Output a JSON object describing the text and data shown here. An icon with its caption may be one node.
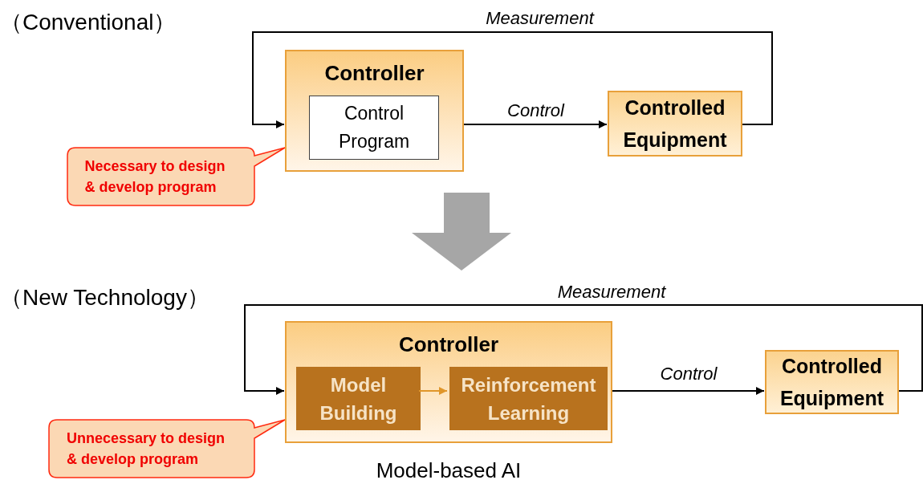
{
  "diagram": {
    "nodes": [
      {
        "text": [
          "Controller"
        ]
      },
      {
        "text": [
          "Control Program"
        ],
        "in": 0
      },
      {
        "text": [
          "Controlled Equipment"
        ]
      },
      {
        "text": [
          "Necessary to design & develop program"
        ]
      },
      {
        "text": [
          "Controller"
        ],
        "beside": [
          "Model-based AI"
        ]
      },
      {
        "text": [
          "Model Building"
        ],
        "in": 4
      },
      {
        "text": [
          "Reinforcement Learning"
        ],
        "in": 4
      },
      {
        "text": [
          "Controlled Equipment"
        ]
      },
      {
        "text": [
          "Unnecessary to design & develop program"
        ]
      }
    ],
    "edges": [
      {
        "from": 0,
        "to": 2,
        "arrow": "to",
        "label": "Control"
      },
      {
        "from": 2,
        "to": 0,
        "arrow": "to",
        "label": "Measurement"
      },
      {
        "from": 5,
        "to": 6,
        "arrow": "to",
        "color": "#e0962a"
      },
      {
        "from": 4,
        "to": 7,
        "arrow": "to",
        "label": "Control"
      },
      {
        "from": 7,
        "to": 4,
        "arrow": "to",
        "label": "Measurement"
      }
    ],
    "labels": [
      "（Conventional）",
      "（New Technology）"
    ]
  }
}
